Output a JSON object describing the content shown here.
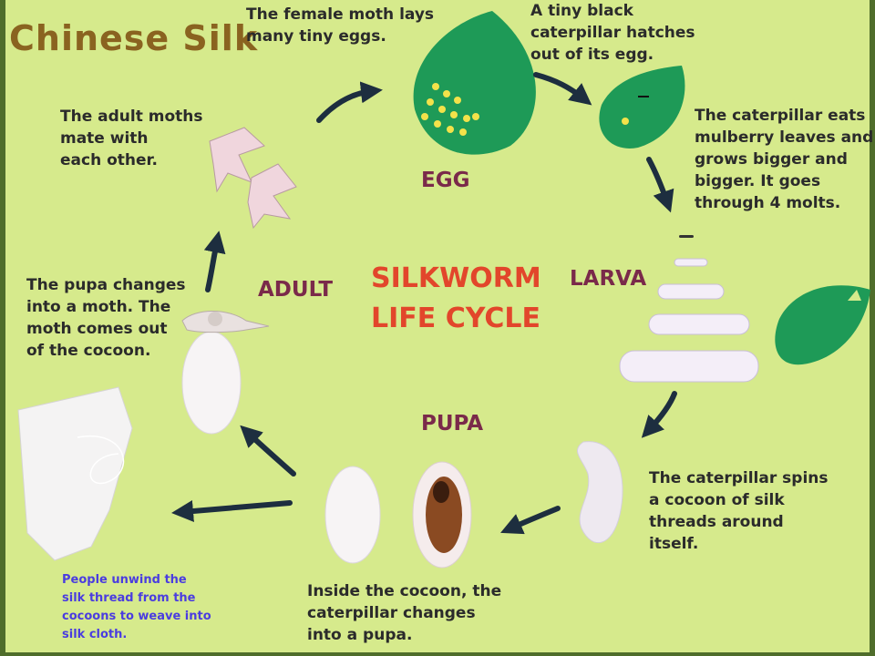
{
  "title": "Chinese Silk",
  "diagram_title": {
    "line1": "SILKWORM",
    "line2": "LIFE CYCLE"
  },
  "stages": {
    "egg": "EGG",
    "larva": "LARVA",
    "pupa": "PUPA",
    "adult": "ADULT"
  },
  "notes": {
    "female_moth": "The female moth lays\nmany tiny eggs.",
    "hatch": "A tiny black\ncaterpillar hatches\nout of its egg.",
    "eats": "The caterpillar eats\nmulberry leaves and\ngrows bigger and\nbigger. It goes\nthrough 4 molts.",
    "spins": "The caterpillar spins\na cocoon of silk\nthreads around\nitself.",
    "inside": "Inside the cocoon, the\ncaterpillar changes\ninto a pupa.",
    "pupa_changes": "The pupa changes\ninto a moth. The\nmoth comes out\nof the cocoon.",
    "adults_mate": "The adult moths\nmate with\neach other.",
    "people_unwind": "People unwind the\nsilk thread from the\ncocoons to weave into\nsilk cloth."
  },
  "colors": {
    "background": "#d6ea8c",
    "leaf": "#1e9a57",
    "arrow": "#1d2e3f",
    "center_title": "#e2462b",
    "stage_label": "#7a2a4a",
    "people_note": "#4a3ce0",
    "title": "#8a6320"
  }
}
